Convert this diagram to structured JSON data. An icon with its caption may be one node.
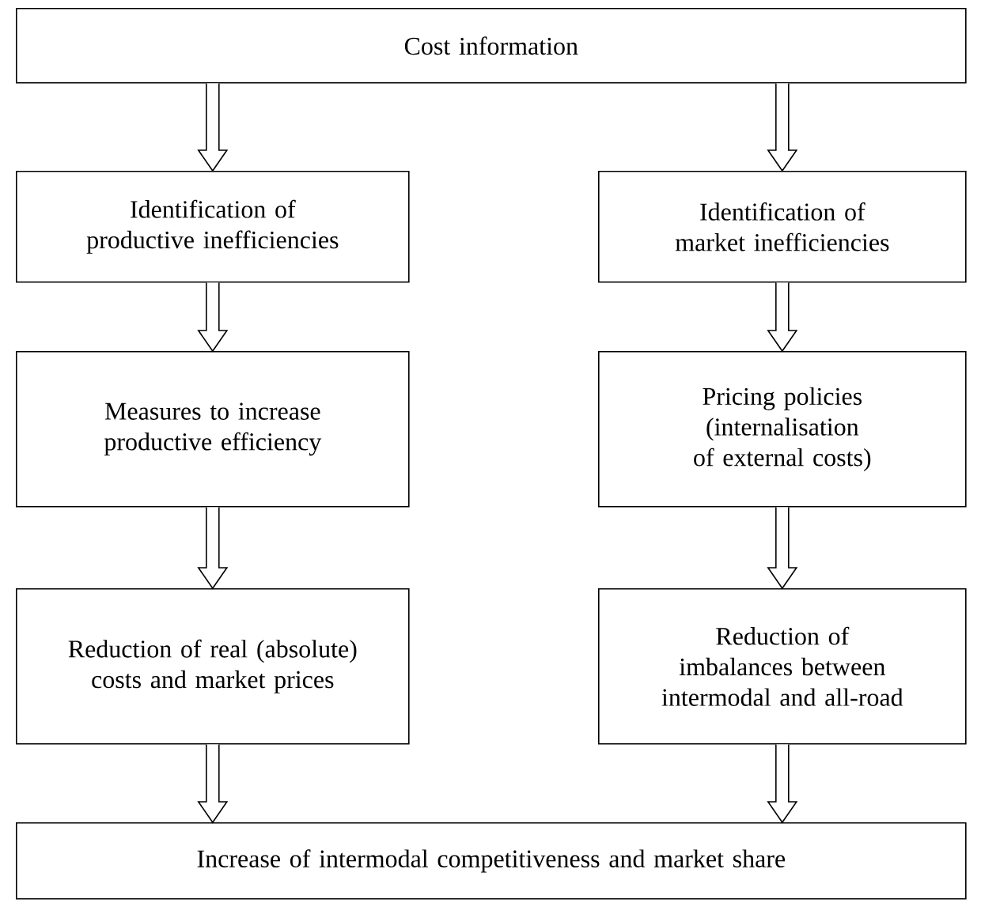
{
  "diagram": {
    "nodes": [
      {
        "text": [
          "Cost information"
        ]
      },
      {
        "text": [
          "Identification of productive inefficiencies"
        ]
      },
      {
        "text": [
          "Identification of market inefficiencies"
        ]
      },
      {
        "text": [
          "Measures to increase productive efficiency"
        ]
      },
      {
        "text": [
          "Pricing policies (internalisation of external costs)"
        ]
      },
      {
        "text": [
          "Reduction of real (absolute) costs and market prices"
        ]
      },
      {
        "text": [
          "Reduction of imbalances between intermodal and all-road"
        ]
      },
      {
        "text": [
          "Increase of intermodal competitiveness and market share"
        ]
      }
    ],
    "edges": [
      {
        "from": 0,
        "to": 1,
        "arrow": "to"
      },
      {
        "from": 0,
        "to": 2,
        "arrow": "to"
      },
      {
        "from": 1,
        "to": 3,
        "arrow": "to"
      },
      {
        "from": 2,
        "to": 4,
        "arrow": "to"
      },
      {
        "from": 3,
        "to": 5,
        "arrow": "to"
      },
      {
        "from": 4,
        "to": 6,
        "arrow": "to"
      },
      {
        "from": 5,
        "to": 7,
        "arrow": "to"
      },
      {
        "from": 6,
        "to": 7,
        "arrow": "to"
      }
    ]
  }
}
